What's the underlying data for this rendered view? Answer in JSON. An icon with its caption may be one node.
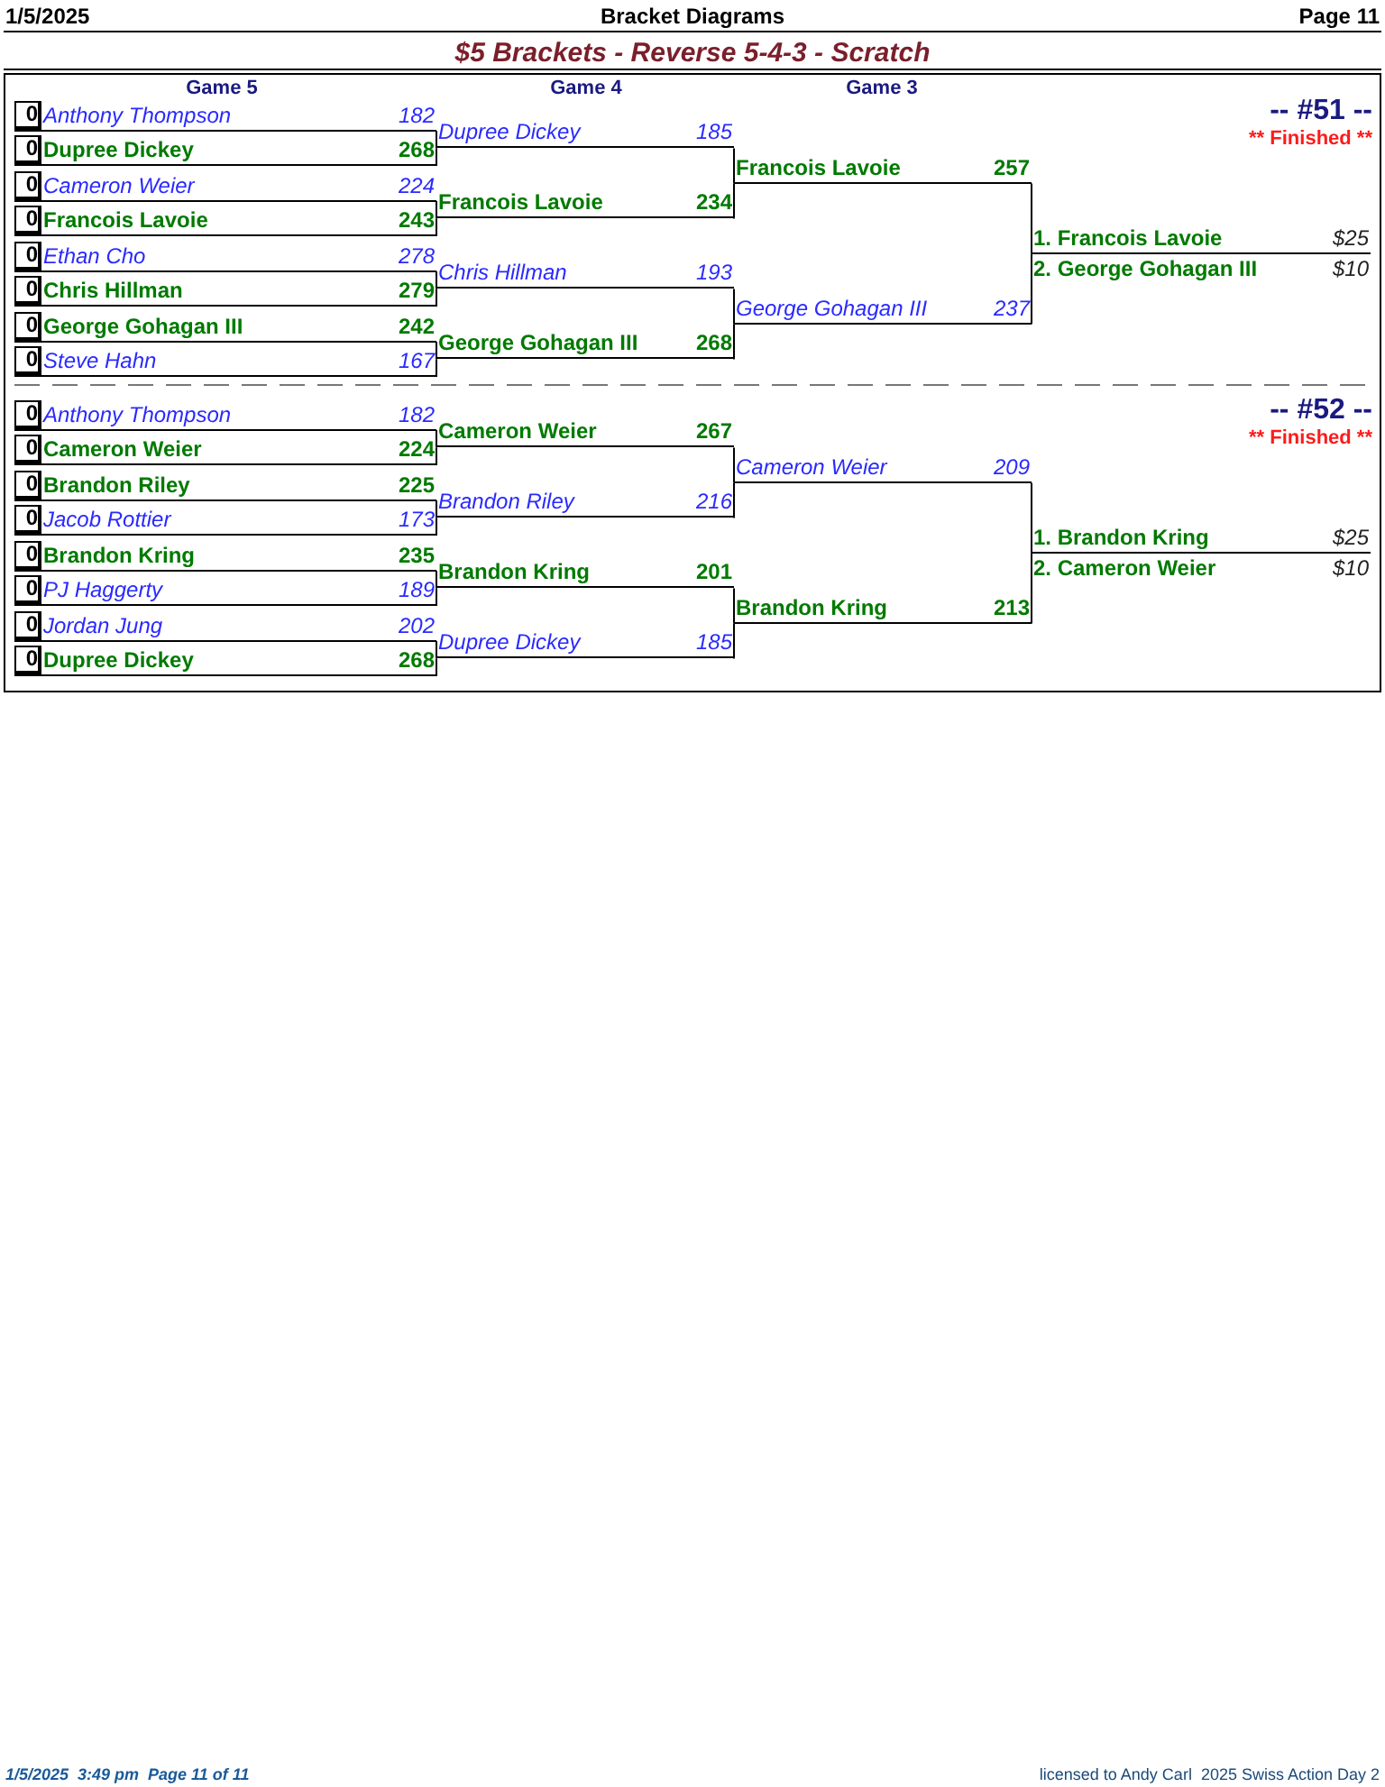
{
  "diagram": {
    "title": "$5 Brackets - Reverse 5-4-3 - Scratch",
    "nodes": [
      {
        "text": [
          "0",
          "Anthony Thompson",
          "182"
        ]
      },
      {
        "text": [
          "0",
          "Dupree Dickey",
          "268"
        ]
      },
      {
        "text": [
          "0",
          "Cameron Weier",
          "224"
        ]
      },
      {
        "text": [
          "0",
          "Francois Lavoie",
          "243"
        ]
      },
      {
        "text": [
          "0",
          "Ethan Cho",
          "278"
        ]
      },
      {
        "text": [
          "0",
          "Chris Hillman",
          "279"
        ]
      },
      {
        "text": [
          "0",
          "George Gohagan III",
          "242"
        ]
      },
      {
        "text": [
          "0",
          "Steve Hahn",
          "167"
        ]
      },
      {
        "text": [
          "Dupree Dickey",
          "185"
        ]
      },
      {
        "text": [
          "Francois Lavoie",
          "234"
        ]
      },
      {
        "text": [
          "Chris Hillman",
          "193"
        ]
      },
      {
        "text": [
          "George Gohagan III",
          "268"
        ]
      },
      {
        "text": [
          "Francois Lavoie",
          "257"
        ]
      },
      {
        "text": [
          "George Gohagan III",
          "237"
        ]
      },
      {
        "text": [
          "1. Francois Lavoie",
          "$25"
        ]
      },
      {
        "text": [
          "2. George Gohagan III",
          "$10"
        ]
      },
      {
        "text": [
          "0",
          "Anthony Thompson",
          "182"
        ]
      },
      {
        "text": [
          "0",
          "Cameron Weier",
          "224"
        ]
      },
      {
        "text": [
          "0",
          "Brandon Riley",
          "225"
        ]
      },
      {
        "text": [
          "0",
          "Jacob Rottier",
          "173"
        ]
      },
      {
        "text": [
          "0",
          "Brandon Kring",
          "235"
        ]
      },
      {
        "text": [
          "0",
          "PJ Haggerty",
          "189"
        ]
      },
      {
        "text": [
          "0",
          "Jordan Jung",
          "202"
        ]
      },
      {
        "text": [
          "0",
          "Dupree Dickey",
          "268"
        ]
      },
      {
        "text": [
          "Cameron Weier",
          "267"
        ]
      },
      {
        "text": [
          "Brandon Riley",
          "216"
        ]
      },
      {
        "text": [
          "Brandon Kring",
          "201"
        ]
      },
      {
        "text": [
          "Dupree Dickey",
          "185"
        ]
      },
      {
        "text": [
          "Cameron Weier",
          "209"
        ]
      },
      {
        "text": [
          "Brandon Kring",
          "213"
        ]
      },
      {
        "text": [
          "1. Brandon Kring",
          "$25"
        ]
      },
      {
        "text": [
          "2. Cameron Weier",
          "$10"
        ]
      }
    ],
    "edges": [
      {
        "from": 0,
        "to": 8,
        "arrow": "none"
      },
      {
        "from": 1,
        "to": 8,
        "arrow": "none"
      },
      {
        "from": 2,
        "to": 9,
        "arrow": "none"
      },
      {
        "from": 3,
        "to": 9,
        "arrow": "none"
      },
      {
        "from": 4,
        "to": 10,
        "arrow": "none"
      },
      {
        "from": 5,
        "to": 10,
        "arrow": "none"
      },
      {
        "from": 6,
        "to": 11,
        "arrow": "none"
      },
      {
        "from": 7,
        "to": 11,
        "arrow": "none"
      },
      {
        "from": 8,
        "to": 12,
        "arrow": "none"
      },
      {
        "from": 9,
        "to": 12,
        "arrow": "none"
      },
      {
        "from": 10,
        "to": 13,
        "arrow": "none"
      },
      {
        "from": 11,
        "to": 13,
        "arrow": "none"
      },
      {
        "from": 12,
        "to": 14,
        "arrow": "none"
      },
      {
        "from": 13,
        "to": 14,
        "arrow": "none"
      },
      {
        "from": 16,
        "to": 24,
        "arrow": "none"
      },
      {
        "from": 17,
        "to": 24,
        "arrow": "none"
      },
      {
        "from": 18,
        "to": 25,
        "arrow": "none"
      },
      {
        "from": 19,
        "to": 25,
        "arrow": "none"
      },
      {
        "from": 20,
        "to": 26,
        "arrow": "none"
      },
      {
        "from": 21,
        "to": 26,
        "arrow": "none"
      },
      {
        "from": 22,
        "to": 27,
        "arrow": "none"
      },
      {
        "from": 23,
        "to": 27,
        "arrow": "none"
      },
      {
        "from": 24,
        "to": 28,
        "arrow": "none"
      },
      {
        "from": 25,
        "to": 28,
        "arrow": "none"
      },
      {
        "from": 26,
        "to": 29,
        "arrow": "none"
      },
      {
        "from": 27,
        "to": 29,
        "arrow": "none"
      },
      {
        "from": 28,
        "to": 30,
        "arrow": "none"
      },
      {
        "from": 29,
        "to": 30,
        "arrow": "none"
      }
    ],
    "labels": [
      "1/5/2025",
      "Bracket Diagrams",
      "Page 11",
      "Game 5",
      "Game 4",
      "Game 3",
      "-- #51 --",
      "** Finished **",
      "-- #52 --",
      "** Finished **",
      "1/5/2025  3:49 pm  Page 11 of 11",
      "licensed to Andy Carl  2025 Swiss Action Day 2"
    ]
  }
}
